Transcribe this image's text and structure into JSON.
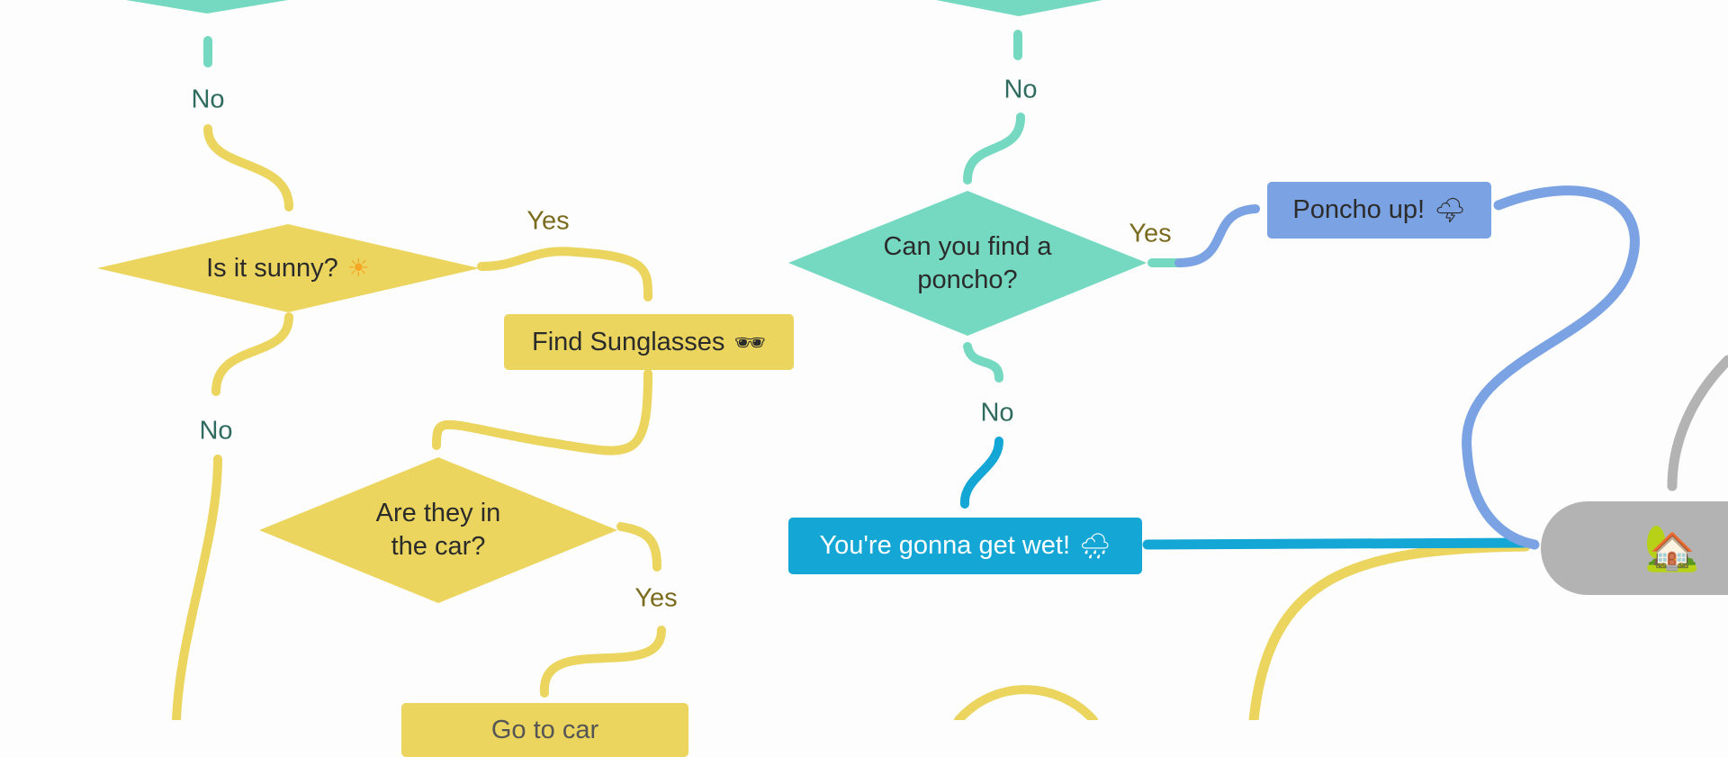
{
  "nodes": {
    "sunny": {
      "text": "Is it sunny?",
      "icon": "☀"
    },
    "sunglasses": {
      "text": "Find Sunglasses",
      "icon": "🕶"
    },
    "in_car": {
      "text": "Are they in the car?"
    },
    "poncho_q": {
      "text": "Can you find a poncho?"
    },
    "poncho_up": {
      "text": "Poncho up!",
      "icon": "🌩"
    },
    "wet": {
      "text": "You're gonna get wet!",
      "icon": "🌧"
    },
    "bottom_box": {
      "text": "Go to car"
    },
    "home": {
      "icon": "🏡"
    }
  },
  "edge_labels": {
    "no1": "No",
    "no2": "No",
    "no3": "No",
    "no4": "No",
    "yes1": "Yes",
    "yes2": "Yes",
    "yes3": "Yes"
  },
  "colors": {
    "yellow": "#ebd55e",
    "teal": "#74d9c0",
    "blue": "#7ba3e3",
    "cyan": "#14a7d5",
    "gray": "#b3b3b3"
  }
}
